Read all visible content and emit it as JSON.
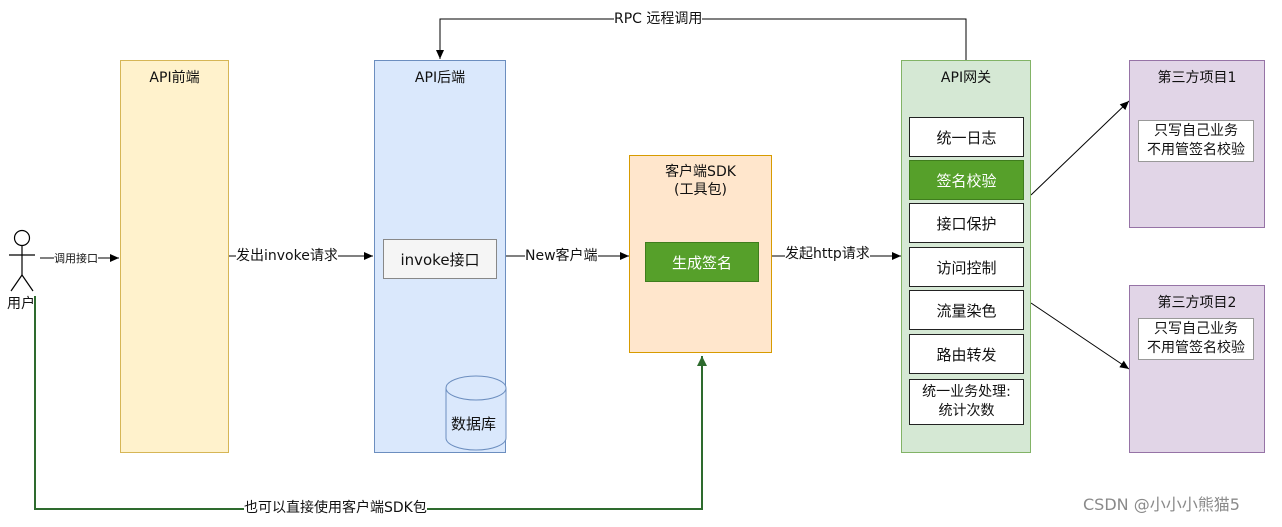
{
  "user": {
    "label": "用户",
    "call_label": "调用接口"
  },
  "api_frontend": {
    "title": "API前端",
    "edge_label": "发出invoke请求"
  },
  "api_backend": {
    "title": "API后端",
    "invoke_label": "invoke接口",
    "db_label": "数据库",
    "edge_label": "New客户端"
  },
  "sdk": {
    "title_line1": "客户端SDK",
    "title_line2": "(工具包)",
    "sign_label": "生成签名",
    "edge_label": "发起http请求"
  },
  "rpc_label": "RPC 远程调用",
  "gateway": {
    "title": "API网关",
    "items": [
      "统一日志",
      "签名校验",
      "接口保护",
      "访问控制",
      "流量染色",
      "路由转发"
    ],
    "last_line1": "统一业务处理:",
    "last_line2": "统计次数"
  },
  "third1": {
    "title": "第三方项目1",
    "line1": "只写自己业务",
    "line2": "不用管签名校验"
  },
  "third2": {
    "title": "第三方项目2",
    "line1": "只写自己业务",
    "line2": "不用管签名校验"
  },
  "direct_label": "也可以直接使用客户端SDK包",
  "watermark": "CSDN @小小小熊猫5",
  "colors": {
    "frontend": "#fff2cc",
    "backend": "#dae8fc",
    "sdk": "#ffe6cc",
    "gateway": "#d5e8d4",
    "third": "#e1d5e7",
    "green": "#56a02a",
    "direct_line": "#2e6b2e"
  }
}
